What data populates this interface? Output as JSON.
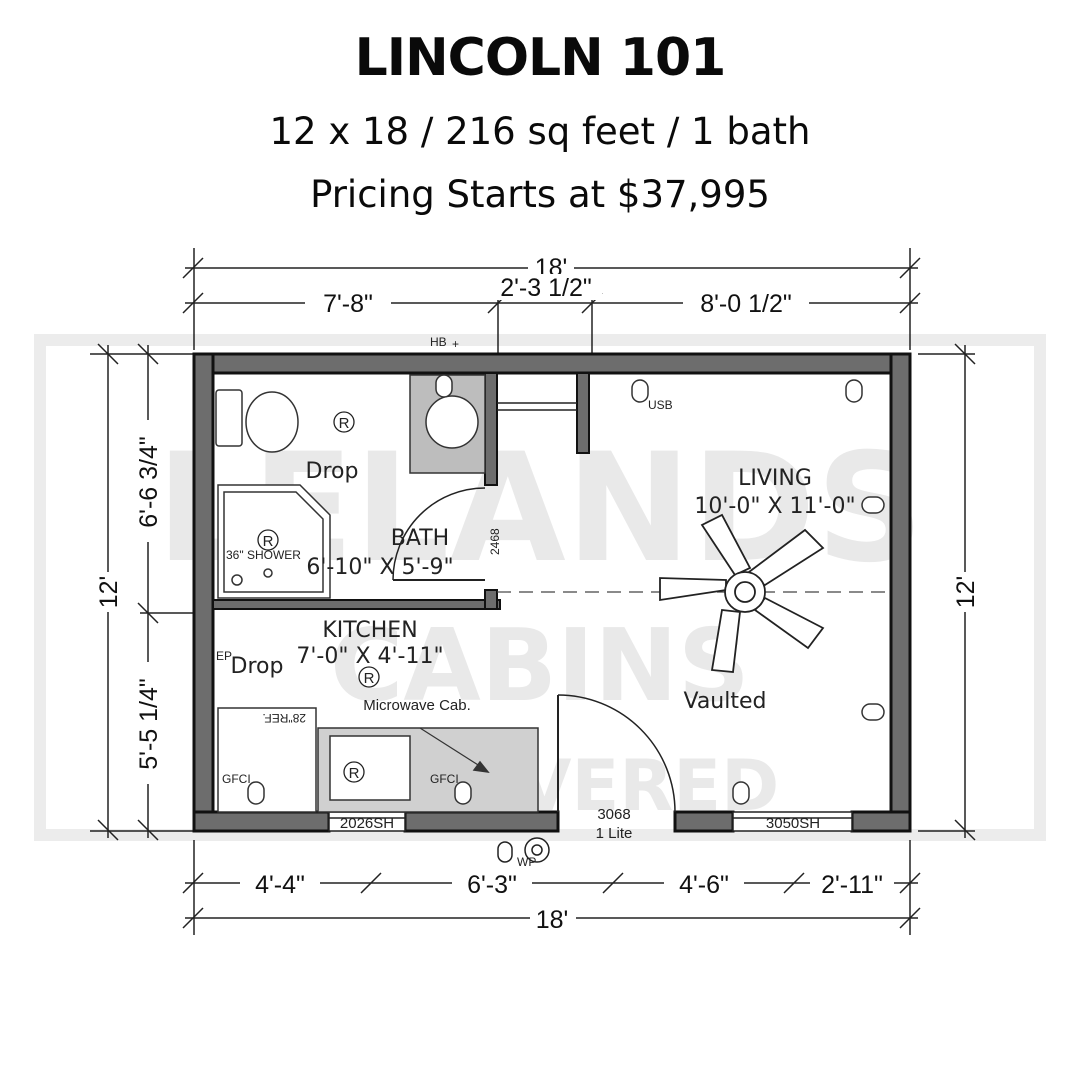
{
  "header": {
    "title": "LINCOLN 101",
    "subtitle": "12 x 18 / 216 sq feet / 1 bath",
    "price": "Pricing Starts at $37,995"
  },
  "watermark": {
    "line1": "LELANDS",
    "line2": "CABINS",
    "line3": "DELIVERED"
  },
  "dimensions": {
    "top_total": "18'",
    "top_left": "7'-8\"",
    "top_mid": "2'-3 1/2\"",
    "top_right": "8'-0 1/2\"",
    "bottom_total": "18'",
    "bottom_1": "4'-4\"",
    "bottom_2": "6'-3\"",
    "bottom_3": "4'-6\"",
    "bottom_4": "2'-11\"",
    "left_total": "12'",
    "left_upper": "6'-6 3/4\"",
    "left_lower": "5'-5 1/4\"",
    "right_total": "12'"
  },
  "rooms": {
    "bath_name": "BATH",
    "bath_size": "6'-10\" X 5'-9\"",
    "living_name": "LIVING",
    "living_size": "10'-0\" X 11'-0\"",
    "kitchen_name": "KITCHEN",
    "kitchen_size": "7'-0\" X 4'-11\"",
    "vaulted": "Vaulted"
  },
  "labels": {
    "drop_bath": "Drop",
    "drop_kitchen": "Drop",
    "shower": "36\" SHOWER",
    "microwave": "Microwave Cab.",
    "ref": "28\"REF.",
    "gfci1": "GFCI",
    "gfci2": "GFCI",
    "hb": "HB",
    "usb": "USB",
    "ep": "EP",
    "door_bath": "2468",
    "window_left": "2026SH",
    "window_right": "3050SH",
    "door_entry_code": "3068",
    "door_entry_type": "1 Lite",
    "wp": "WP",
    "r": "R"
  },
  "colors": {
    "wall_fill": "#6d6d6d",
    "wall_stroke": "#111111",
    "line": "#333333",
    "watermark": "#e9e9e9"
  }
}
